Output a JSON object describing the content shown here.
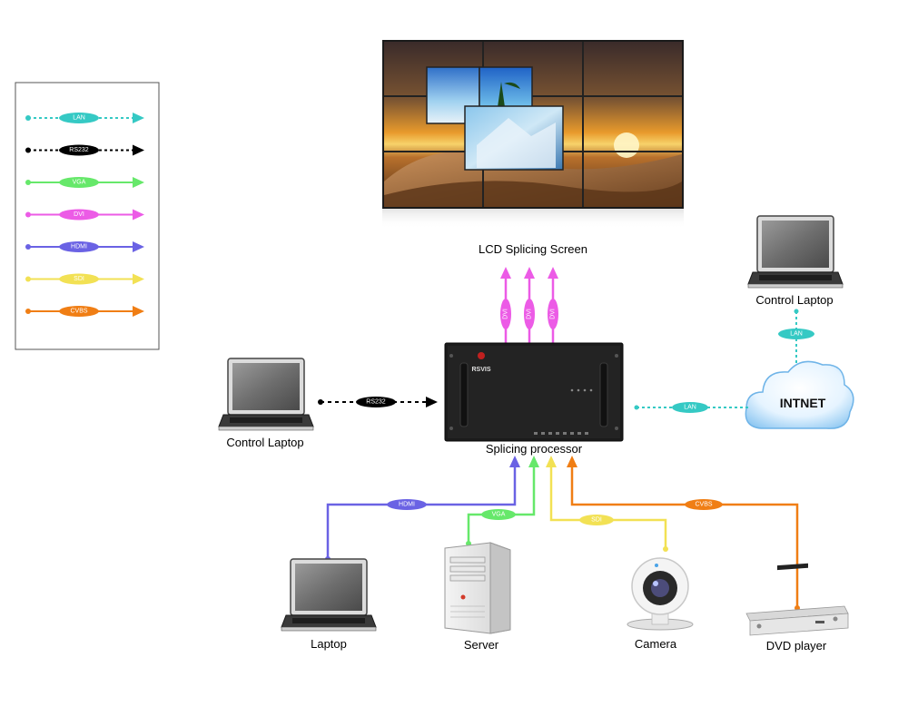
{
  "legend": {
    "items": [
      {
        "label": "LAN",
        "color": "#35c9c4",
        "dash": true
      },
      {
        "label": "RS232",
        "color": "#000000",
        "dash": true
      },
      {
        "label": "VGA",
        "color": "#66e86a",
        "dash": false
      },
      {
        "label": "DVI",
        "color": "#ec5be6",
        "dash": false
      },
      {
        "label": "HDMI",
        "color": "#6a62e4",
        "dash": false
      },
      {
        "label": "SDI",
        "color": "#f2e154",
        "dash": false
      },
      {
        "label": "CVBS",
        "color": "#f07e14",
        "dash": false
      }
    ]
  },
  "lcd_screen": {
    "label": "LCD Splicing Screen"
  },
  "processor": {
    "label": "Splicing processor",
    "brand": "RSVIS"
  },
  "control_laptop_left": {
    "label": "Control Laptop"
  },
  "control_laptop_right": {
    "label": "Control Laptop"
  },
  "internet": {
    "label": "INTNET"
  },
  "devices": {
    "laptop": {
      "label": "Laptop"
    },
    "server": {
      "label": "Server"
    },
    "camera": {
      "label": "Camera"
    },
    "dvd": {
      "label": "DVD player"
    }
  },
  "connections": {
    "dvi": "DVI",
    "rs232": "RS232",
    "lan": "LAN",
    "hdmi": "HDMI",
    "vga": "VGA",
    "sdi": "SDI",
    "cvbs": "CVBS"
  }
}
